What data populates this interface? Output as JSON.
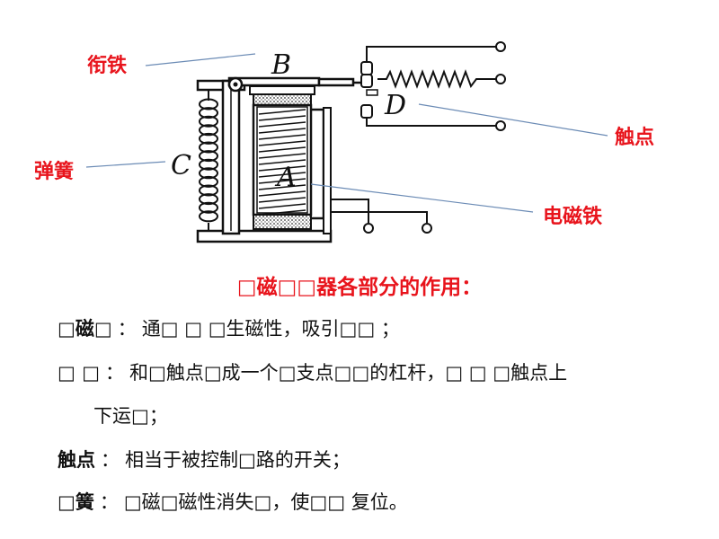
{
  "diagram": {
    "labels": {
      "armature_cn": "衔铁",
      "spring_cn": "弹簧",
      "contacts_cn": "触点",
      "electromagnet_cn": "电磁铁",
      "B": "B",
      "C": "C",
      "D": "D",
      "A": "A"
    }
  },
  "title": "□磁□□器各部分的作用：",
  "items": [
    {
      "term": "□磁□",
      "sep": "：",
      "desc": "通□ □ □生磁性，吸引□□ ；"
    },
    {
      "term": "□ □",
      "sep": "：",
      "desc": "和□触点□成一个□支点□□的杠杆，□ □ □触点上"
    },
    {
      "term": "",
      "sep": "",
      "desc": "下运□；"
    },
    {
      "term": "触点",
      "sep": "：",
      "desc": "相当于被控制□路的开关；"
    },
    {
      "term": "□簧",
      "sep": "：",
      "desc": "□磁□磁性消失□，使□□ 复位。"
    }
  ]
}
